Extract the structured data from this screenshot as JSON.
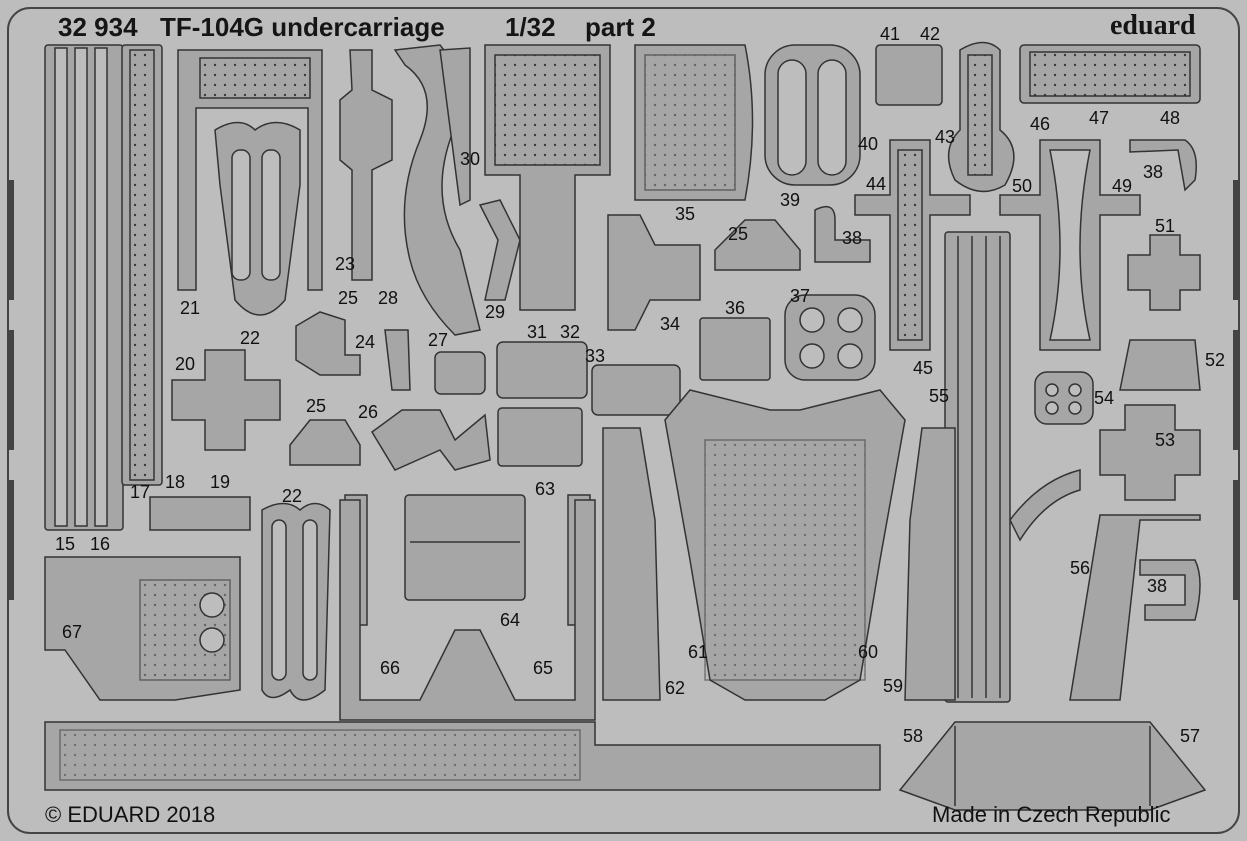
{
  "header": {
    "set_number": "32 934",
    "subject": "TF-104G undercarriage",
    "scale": "1/32",
    "part": "part 2",
    "brand": "eduard"
  },
  "footer": {
    "copyright": "© EDUARD 2018",
    "origin": "Made in Czech Republic"
  },
  "part_numbers": [
    "15",
    "16",
    "17",
    "18",
    "19",
    "20",
    "21",
    "22",
    "22",
    "23",
    "24",
    "25",
    "25",
    "25",
    "26",
    "27",
    "28",
    "29",
    "30",
    "31",
    "32",
    "33",
    "34",
    "35",
    "36",
    "37",
    "38",
    "38",
    "38",
    "39",
    "40",
    "41",
    "42",
    "43",
    "44",
    "45",
    "46",
    "47",
    "48",
    "49",
    "50",
    "51",
    "52",
    "53",
    "54",
    "55",
    "56",
    "57",
    "58",
    "59",
    "60",
    "61",
    "62",
    "63",
    "64",
    "65",
    "66",
    "67"
  ],
  "colors": {
    "fret_background": "#bdbdbd",
    "part_fill": "#a6a6a6",
    "part_outline": "#333333",
    "text": "#111111"
  }
}
